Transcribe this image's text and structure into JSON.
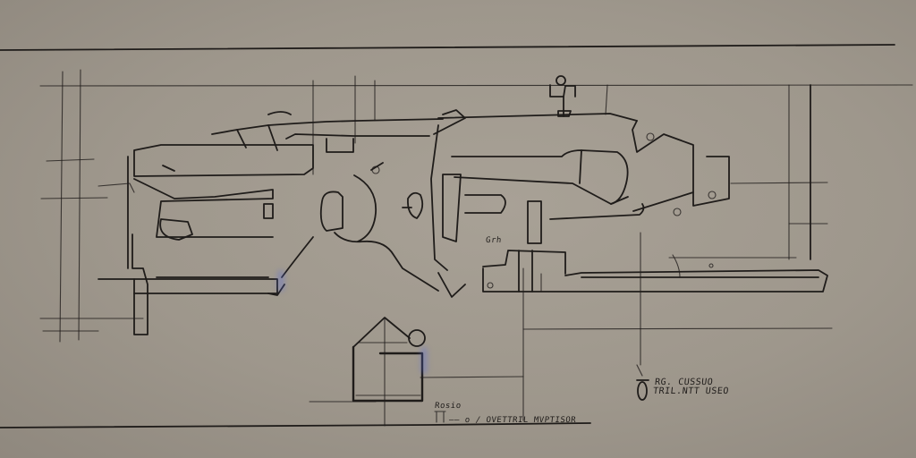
{
  "drawing": {
    "type": "hand-drawn technical sketch",
    "subject": "mechanical assembly / machine side elevation on construction grid",
    "paper_color": "#a09a8f",
    "ink_color": "#1f1c1a"
  },
  "annotations": {
    "callout_right_line1": "RG. CUSSUO",
    "callout_right_line2": "TRIL.NTT USEO",
    "label_small_mid": "Grh",
    "label_bottom_left": "Rosio",
    "label_bottom_caption": "—– o / OVETTRIL   MVPTISOR"
  }
}
